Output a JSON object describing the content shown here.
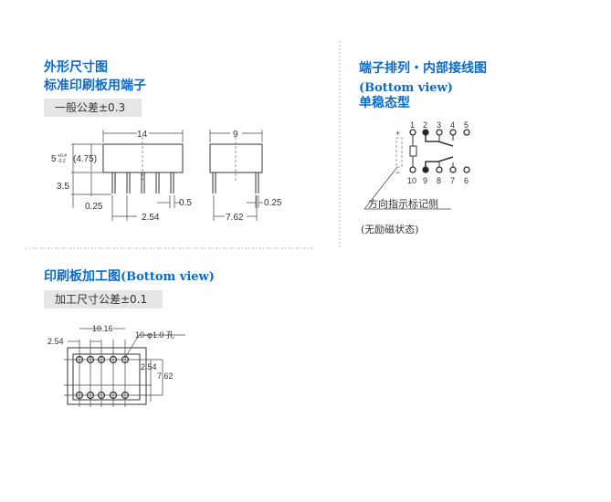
{
  "outline": {
    "title_line1": "外形尺寸图",
    "title_line2": "标准印刷板用端子",
    "tolerance": "一般公差±0.3",
    "dims": {
      "length": "14",
      "width": "9",
      "height": "5",
      "height_tol_upper": "+0.4",
      "height_tol_lower": "-0.2",
      "height_ref": "(4.75)",
      "pin_length": "3.5",
      "pin_thickness": "0.25",
      "pin_width": "0.5",
      "pin_pitch": "2.54",
      "row_spacing": "7.62",
      "side_pin_thickness": "0.25"
    }
  },
  "terminal": {
    "title_line1": "端子排列・内部接线图",
    "title_line2": "(Bottom view)",
    "title_line3": "单稳态型",
    "top_pins": [
      "1",
      "2",
      "3",
      "4",
      "5"
    ],
    "bottom_pins": [
      "10",
      "9",
      "8",
      "7",
      "6"
    ],
    "plus": "+",
    "minus": "−",
    "marker_label": "方向指示标记侧",
    "state_note": "(无励磁状态)"
  },
  "pcb": {
    "title": "印刷板加工图",
    "title_suffix": "(Bottom view)",
    "tolerance": "加工尺寸公差±0.1",
    "dims": {
      "span": "10.16",
      "pitch": "2.54",
      "hole": "10-φ1.0 孔",
      "row_pitch": "2.54",
      "row_spacing": "7.62"
    }
  }
}
